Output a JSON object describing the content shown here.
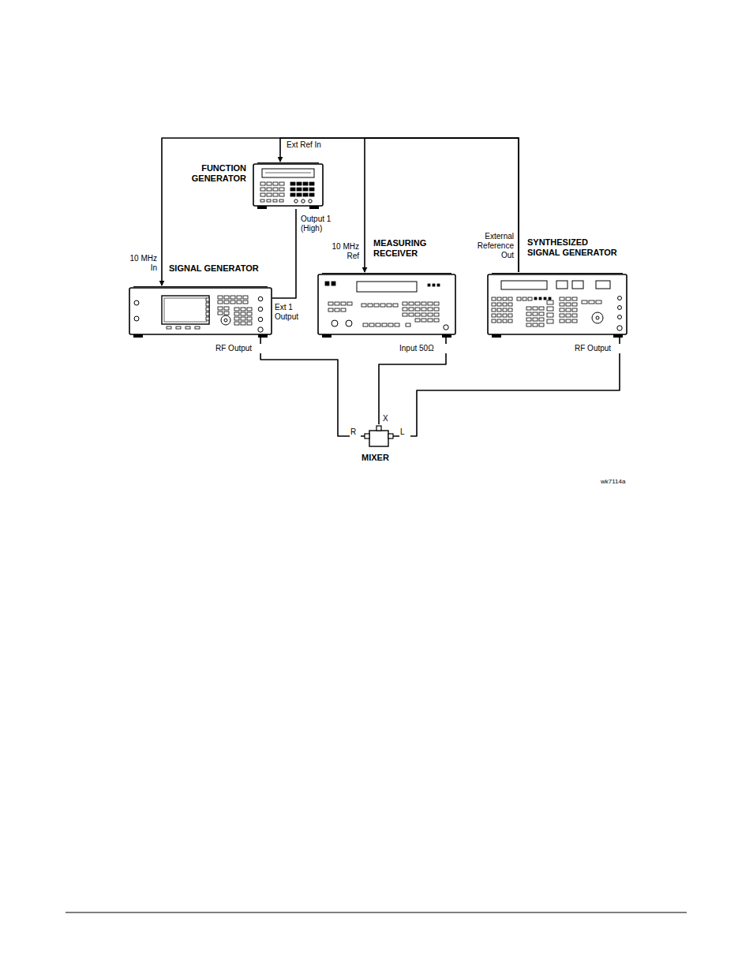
{
  "diagram": {
    "nodes": [
      {
        "text": [
          "FUNCTION GENERATOR"
        ]
      },
      {
        "text": [
          "SIGNAL GENERATOR"
        ]
      },
      {
        "text": [
          "MEASURING RECEIVER"
        ]
      },
      {
        "text": [
          "SYNTHESIZED SIGNAL GENERATOR"
        ]
      },
      {
        "text": [
          "MIXER"
        ]
      }
    ],
    "edges": [
      {
        "from": 3,
        "to": 0,
        "arrow": "to"
      },
      {
        "from": 3,
        "to": 1,
        "arrow": "to"
      },
      {
        "from": 3,
        "to": 2,
        "arrow": "to"
      },
      {
        "from": 0,
        "to": 1,
        "arrow": "none"
      },
      {
        "from": 1,
        "to": 4,
        "arrow": "none"
      },
      {
        "from": 2,
        "to": 4,
        "arrow": "none"
      },
      {
        "from": 3,
        "to": 4,
        "arrow": "none"
      }
    ],
    "labels": [
      "Ext Ref In",
      "Output 1 (High)",
      "10 MHz In",
      "Ext 1 Output",
      "RF Output",
      "10 MHz Ref",
      "Input 50Ω",
      "External Reference Out",
      "RF Output",
      "R",
      "X",
      "L",
      "wk7114a"
    ]
  }
}
